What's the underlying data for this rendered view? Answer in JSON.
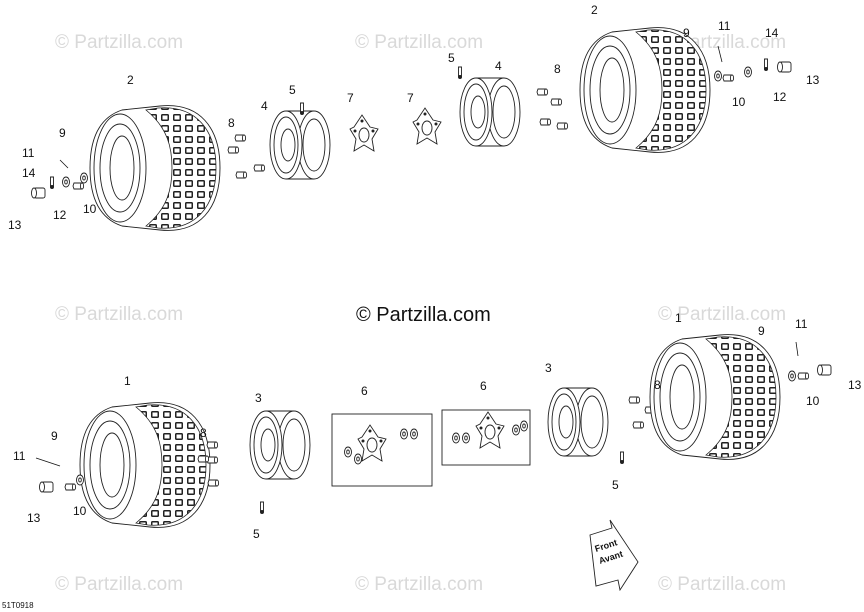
{
  "watermark": "© Partzilla.com",
  "center_mark": "© Partzilla.com",
  "figure_id": "51T0918",
  "front_arrow": {
    "line1": "Front",
    "line2": "Avant"
  },
  "callouts": [
    {
      "id": "c-2a",
      "text": "2"
    },
    {
      "id": "c-4a",
      "text": "4"
    },
    {
      "id": "c-5a",
      "text": "5"
    },
    {
      "id": "c-7a",
      "text": "7"
    },
    {
      "id": "c-7b",
      "text": "7"
    },
    {
      "id": "c-5b",
      "text": "5"
    },
    {
      "id": "c-4b",
      "text": "4"
    },
    {
      "id": "c-8a",
      "text": "8"
    },
    {
      "id": "c-8b",
      "text": "8"
    },
    {
      "id": "c-2b",
      "text": "2"
    },
    {
      "id": "c-9a",
      "text": "9"
    },
    {
      "id": "c-11a",
      "text": "11"
    },
    {
      "id": "c-14a",
      "text": "14"
    },
    {
      "id": "c-13a",
      "text": "13"
    },
    {
      "id": "c-12a",
      "text": "12"
    },
    {
      "id": "c-10a",
      "text": "10"
    },
    {
      "id": "c-9b",
      "text": "9"
    },
    {
      "id": "c-11b",
      "text": "11"
    },
    {
      "id": "c-14b",
      "text": "14"
    },
    {
      "id": "c-13b",
      "text": "13"
    },
    {
      "id": "c-12b",
      "text": "12"
    },
    {
      "id": "c-10b",
      "text": "10"
    },
    {
      "id": "c-1a",
      "text": "1"
    },
    {
      "id": "c-3a",
      "text": "3"
    },
    {
      "id": "c-8c",
      "text": "8"
    },
    {
      "id": "c-6a",
      "text": "6"
    },
    {
      "id": "c-6b",
      "text": "6"
    },
    {
      "id": "c-3b",
      "text": "3"
    },
    {
      "id": "c-8d",
      "text": "8"
    },
    {
      "id": "c-1b",
      "text": "1"
    },
    {
      "id": "c-9c",
      "text": "9"
    },
    {
      "id": "c-11c",
      "text": "11"
    },
    {
      "id": "c-13c",
      "text": "13"
    },
    {
      "id": "c-10c",
      "text": "10"
    },
    {
      "id": "c-5c",
      "text": "5"
    },
    {
      "id": "c-5d",
      "text": "5"
    },
    {
      "id": "c-9d",
      "text": "9"
    },
    {
      "id": "c-11d",
      "text": "11"
    },
    {
      "id": "c-13d",
      "text": "13"
    },
    {
      "id": "c-10d",
      "text": "10"
    }
  ]
}
